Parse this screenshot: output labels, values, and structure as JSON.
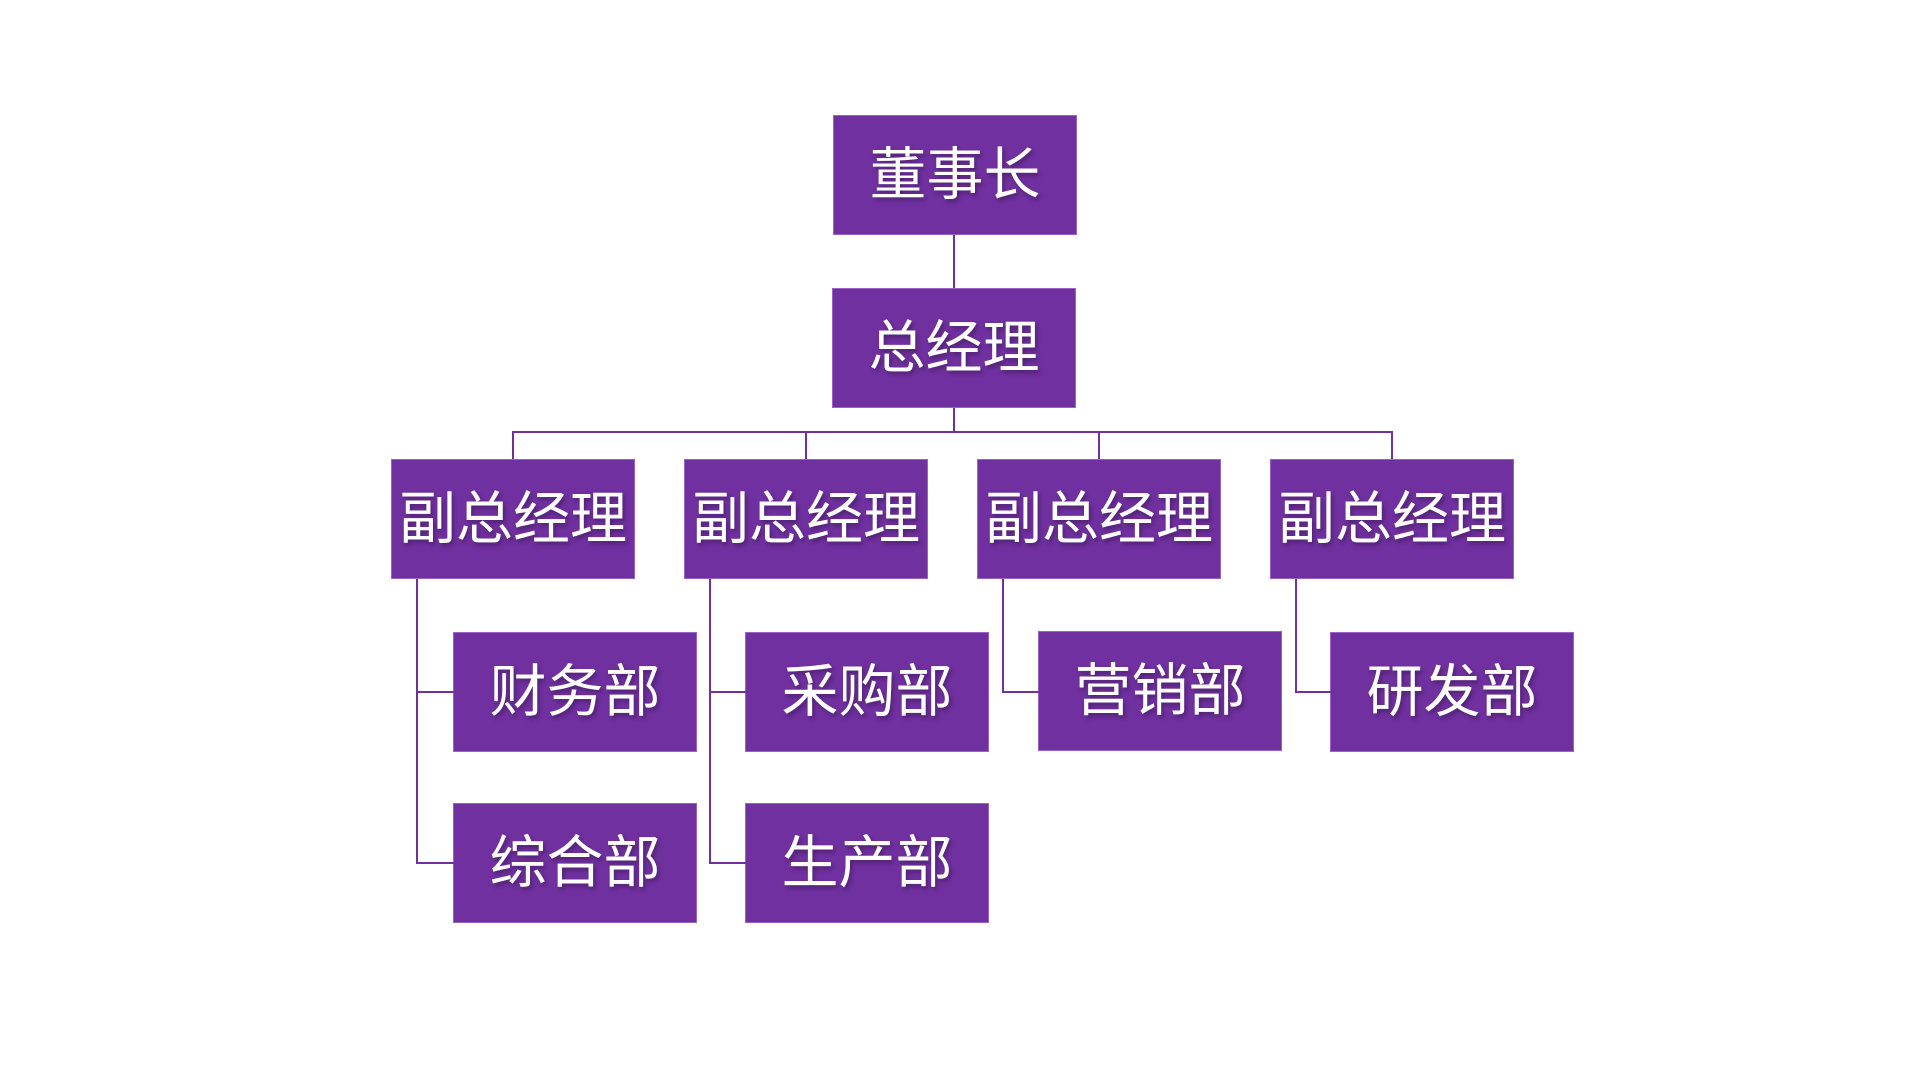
{
  "diagram": {
    "type": "org-chart",
    "colors": {
      "node_fill": "#7030A0",
      "node_border": "#9A63C3",
      "connector": "#7030A0",
      "text": "#FFFFFF",
      "background": "#FFFFFF"
    },
    "nodes": [
      {
        "id": "chairman",
        "label": "董事长",
        "level": 1,
        "parent": null
      },
      {
        "id": "general-manager",
        "label": "总经理",
        "level": 2,
        "parent": "chairman"
      },
      {
        "id": "deputy-gm-1",
        "label": "副总经理",
        "level": 3,
        "parent": "general-manager"
      },
      {
        "id": "deputy-gm-2",
        "label": "副总经理",
        "level": 3,
        "parent": "general-manager"
      },
      {
        "id": "deputy-gm-3",
        "label": "副总经理",
        "level": 3,
        "parent": "general-manager"
      },
      {
        "id": "deputy-gm-4",
        "label": "副总经理",
        "level": 3,
        "parent": "general-manager"
      },
      {
        "id": "finance-dept",
        "label": "财务部",
        "level": 4,
        "parent": "deputy-gm-1"
      },
      {
        "id": "procurement-dept",
        "label": "采购部",
        "level": 4,
        "parent": "deputy-gm-2"
      },
      {
        "id": "marketing-dept",
        "label": "营销部",
        "level": 4,
        "parent": "deputy-gm-3"
      },
      {
        "id": "rd-dept",
        "label": "研发部",
        "level": 4,
        "parent": "deputy-gm-4"
      },
      {
        "id": "general-dept",
        "label": "综合部",
        "level": 4,
        "parent": "deputy-gm-1"
      },
      {
        "id": "production-dept",
        "label": "生产部",
        "level": 4,
        "parent": "deputy-gm-2"
      }
    ]
  }
}
